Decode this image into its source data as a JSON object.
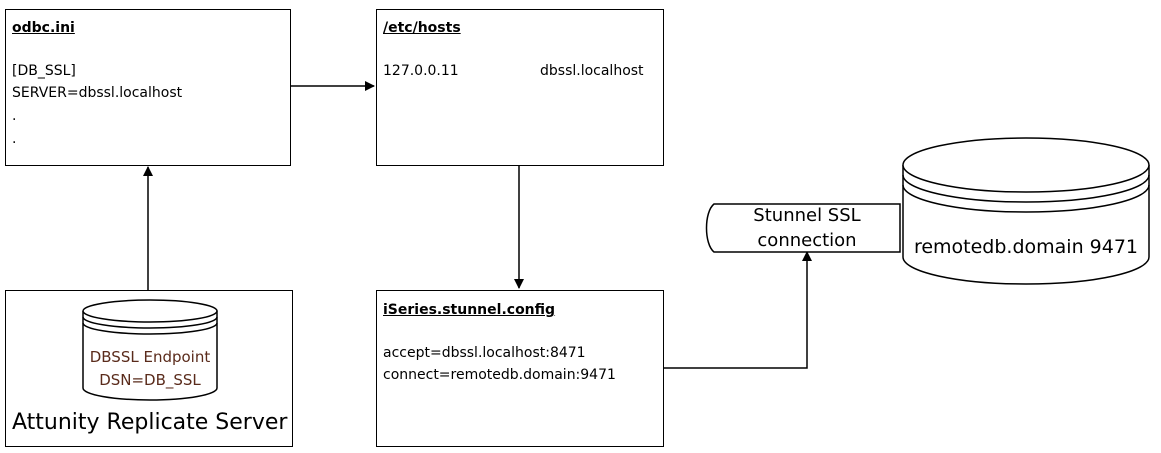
{
  "odbc_box": {
    "title": "odbc.ini",
    "lines": [
      "[DB_SSL]",
      "SERVER=dbssl.localhost",
      ".",
      "."
    ]
  },
  "hosts_box": {
    "title": "/etc/hosts",
    "ip": "127.0.0.11",
    "hostname": "dbssl.localhost"
  },
  "stunnel_config_box": {
    "title": "iSeries.stunnel.config",
    "lines": [
      "accept=dbssl.localhost:8471",
      "connect=remotedb.domain:9471"
    ]
  },
  "replicate_server_box": {
    "label": "Attunity Replicate Server",
    "endpoint": {
      "line1": "DBSSL Endpoint",
      "line2": "DSN=DB_SSL",
      "text_color": "#5a2b1b"
    }
  },
  "ssl_connection": {
    "line1": "Stunnel SSL",
    "line2": "connection"
  },
  "remote_db": {
    "label": "remotedb.domain 9471"
  }
}
